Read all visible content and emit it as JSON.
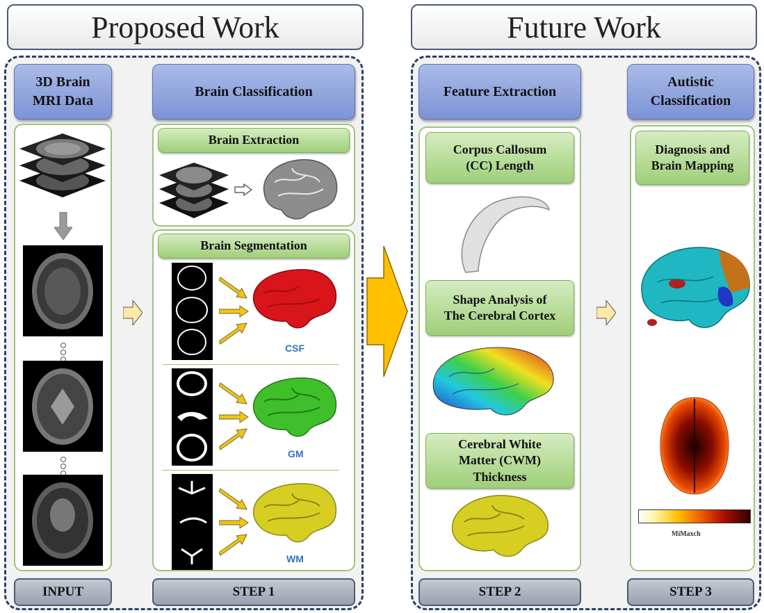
{
  "sections": {
    "proposed_title": "Proposed Work",
    "future_title": "Future Work"
  },
  "columns": {
    "input": {
      "header": "3D Brain MRI Data",
      "footer": "INPUT"
    },
    "step1": {
      "header": "Brain Classification",
      "footer": "STEP 1",
      "extraction_label": "Brain Extraction",
      "segmentation_label": "Brain Segmentation",
      "segments": [
        {
          "tag": "CSF",
          "color": "#d8151b"
        },
        {
          "tag": "GM",
          "color": "#3fbf2a"
        },
        {
          "tag": "WM",
          "color": "#d6cf22"
        }
      ]
    },
    "step2": {
      "header": "Feature Extraction",
      "footer": "STEP 2",
      "features": [
        "Corpus Callosum (CC) Length",
        "Shape Analysis of The Cerebral Cortex",
        "Cerebral White Matter (CWM) Thickness"
      ]
    },
    "step3": {
      "header": "Autistic Classification",
      "footer": "STEP 3",
      "diagnosis_label": "Diagnosis and Brain Mapping",
      "colorbar_label": "MiMaxch"
    }
  },
  "colors": {
    "arrow_fill": "#ffc000",
    "small_arrow_fill": "#ffe8a8",
    "dashed_border": "#2b3f66"
  }
}
